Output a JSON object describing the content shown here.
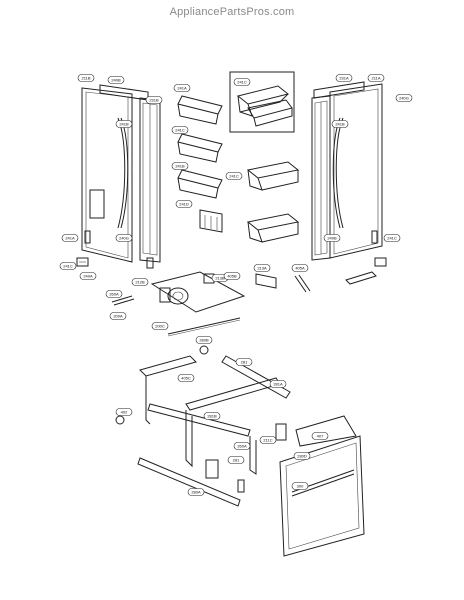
{
  "site": {
    "watermark": "AppliancePartsPros.com"
  },
  "labels": {
    "top_left": [
      "211B",
      "240B",
      "231B",
      "241B",
      "241A",
      "240G",
      "241C",
      "240A"
    ],
    "top_center": [
      "241A",
      "241C",
      "241C",
      "241B",
      "241C",
      "241D"
    ],
    "top_right": [
      "231A",
      "211A",
      "240G",
      "241B",
      "240B",
      "241C"
    ],
    "middle": [
      "212B",
      "213B",
      "405B",
      "213A",
      "405A",
      "260A",
      "200C",
      "200A"
    ],
    "base": [
      "280B",
      "405C",
      "281",
      "281A",
      "402",
      "281B",
      "260A",
      "280A",
      "211C",
      "281",
      "280D",
      "407",
      "300"
    ]
  }
}
